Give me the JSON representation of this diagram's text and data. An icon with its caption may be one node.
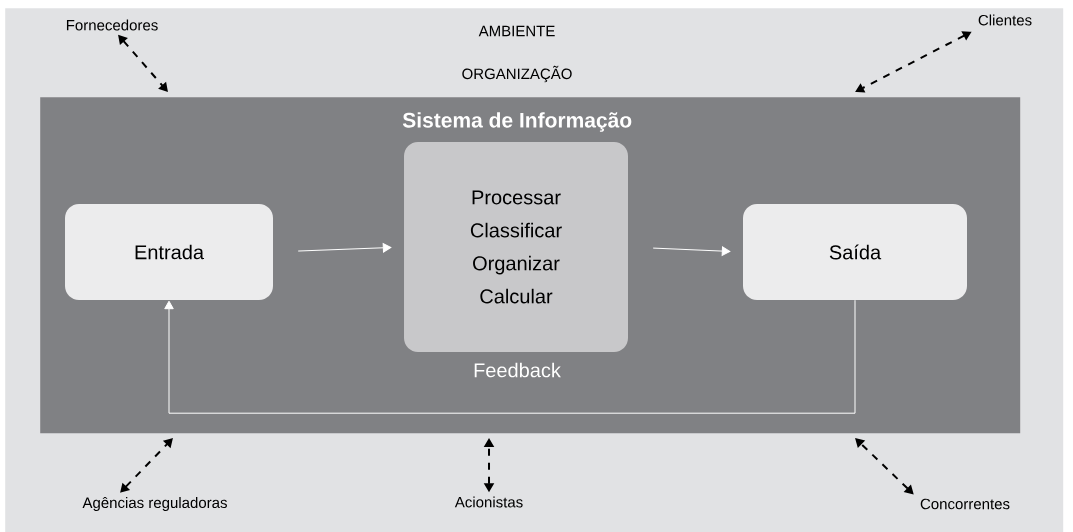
{
  "diagram": {
    "nodes": [
      {
        "text": [
          "AMBIENTE"
        ]
      },
      {
        "text": [
          "Sistema de Informação"
        ],
        "in": 0
      },
      {
        "text": [
          "Entrada"
        ],
        "in": 1
      },
      {
        "text": [
          "Processar Classificar Organizar Calcular"
        ],
        "in": 1
      },
      {
        "text": [
          "Saída"
        ],
        "in": 1
      },
      {
        "text": [
          "Fornecedores"
        ],
        "in": 0
      },
      {
        "text": [
          "Clientes"
        ],
        "in": 0
      },
      {
        "text": [
          "Agências reguladoras"
        ],
        "in": 0
      },
      {
        "text": [
          "Acionistas"
        ],
        "in": 0
      },
      {
        "text": [
          "Concorrentes"
        ],
        "in": 0
      }
    ],
    "edges": [
      {
        "from": 2,
        "to": 3,
        "arrow": "to",
        "color": "#ffffff"
      },
      {
        "from": 3,
        "to": 4,
        "arrow": "to",
        "color": "#ffffff"
      },
      {
        "from": 4,
        "to": 2,
        "arrow": "to",
        "label": "Feedback",
        "color": "#ffffff"
      },
      {
        "from": 5,
        "to": 1,
        "arrow": "both",
        "style": "dashed",
        "color": "#000000"
      },
      {
        "from": 6,
        "to": 1,
        "arrow": "both",
        "style": "dashed",
        "color": "#000000"
      },
      {
        "from": 7,
        "to": 1,
        "arrow": "both",
        "style": "dashed",
        "color": "#000000"
      },
      {
        "from": 8,
        "to": 1,
        "arrow": "both",
        "style": "dashed",
        "color": "#000000"
      },
      {
        "from": 9,
        "to": 1,
        "arrow": "both",
        "style": "dashed",
        "color": "#000000"
      }
    ],
    "labels": [
      "ORGANIZAÇÃO"
    ]
  }
}
